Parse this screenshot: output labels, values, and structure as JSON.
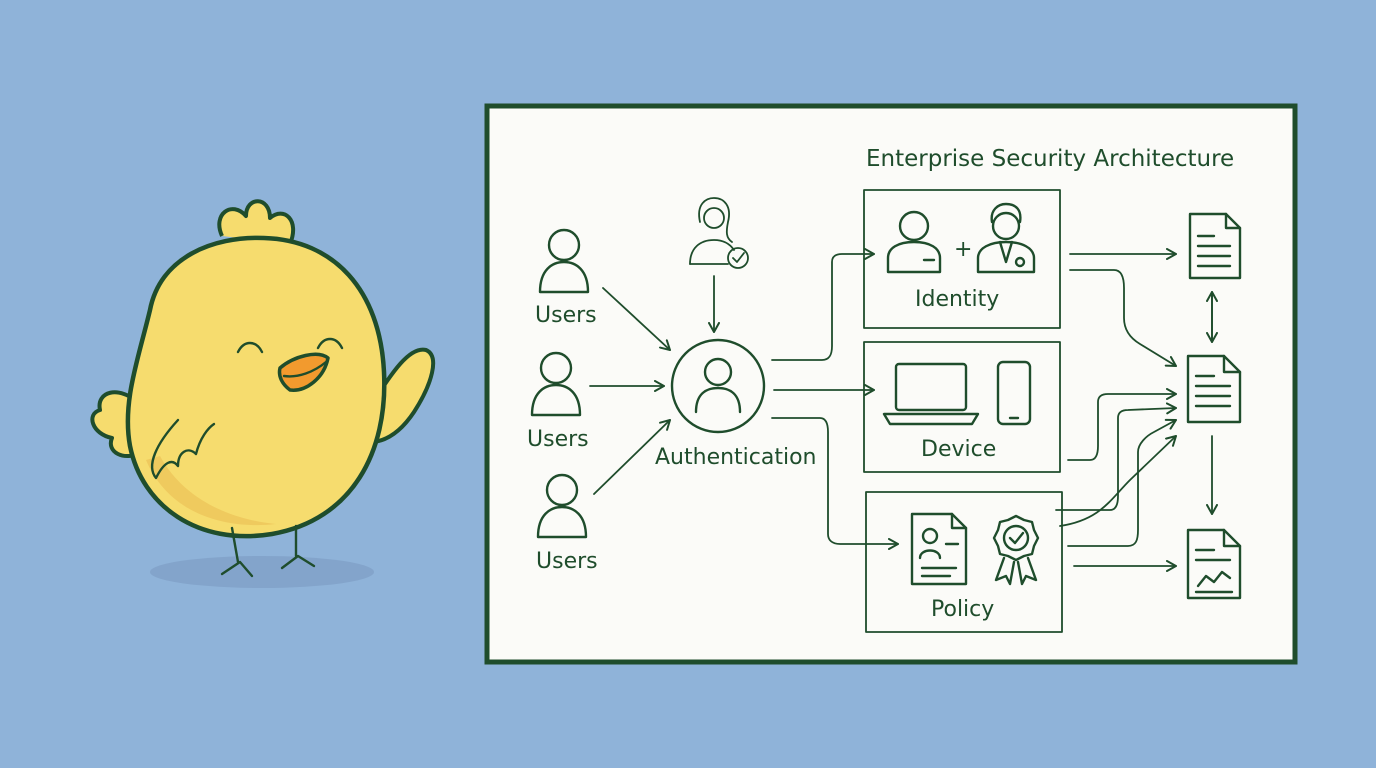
{
  "diagram": {
    "title": "Enterprise Security Architecture",
    "users_labels": [
      "Users",
      "Users",
      "Users"
    ],
    "authentication_label": "Authentication",
    "identity_label": "Identity",
    "plus_sign": "+",
    "device_label": "Device",
    "policy_label": "Policy"
  },
  "colors": {
    "background": "#8fb3d9",
    "ink": "#1f4d2c",
    "chick_body": "#f6dc6e",
    "beak": "#f29a2e",
    "panel": "#fbfbf8"
  },
  "icons": [
    "chick-mascot",
    "user-icon",
    "admin-check-icon",
    "lock-user-icon",
    "employee-icon",
    "manager-gear-icon",
    "laptop-icon",
    "phone-icon",
    "certificate-icon",
    "badge-check-icon",
    "document-icon",
    "chart-document-icon"
  ]
}
